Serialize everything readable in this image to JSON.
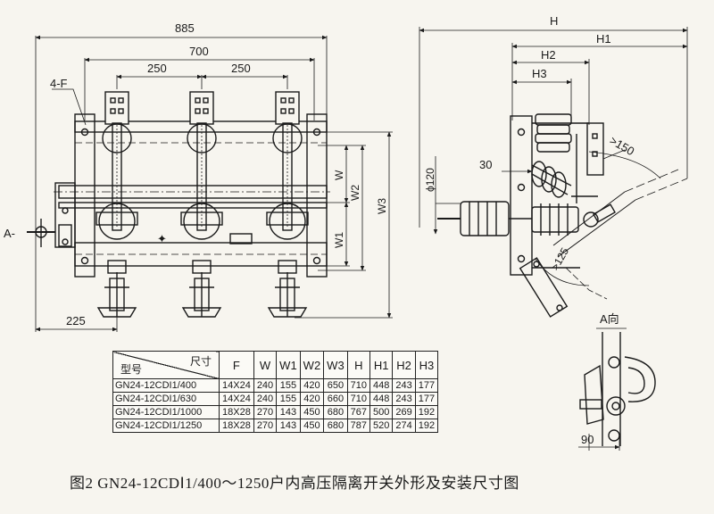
{
  "front_view": {
    "dims_top": [
      "885",
      "700",
      "250",
      "250"
    ],
    "label_holes": "4-F",
    "label_side": "A-",
    "dims_right": [
      "W",
      "W2",
      "W3",
      "W1"
    ],
    "dim_bottom": "225"
  },
  "side_view": {
    "dims_top": [
      "H",
      "H1",
      "H2",
      "H3"
    ],
    "label_dia": "ϕ120",
    "label_30": "30",
    "label_150": ">150",
    "label_125": ">125"
  },
  "view_a": {
    "title": "A向",
    "dim": "90"
  },
  "table": {
    "header_corner_top": "尺寸",
    "header_corner_bottom": "型号",
    "columns": [
      "F",
      "W",
      "W1",
      "W2",
      "W3",
      "H",
      "H1",
      "H2",
      "H3"
    ],
    "rows": [
      {
        "model": "GN24-12CDI1/400",
        "values": [
          "14X24",
          "240",
          "155",
          "420",
          "650",
          "710",
          "448",
          "243",
          "177"
        ]
      },
      {
        "model": "GN24-12CDI1/630",
        "values": [
          "14X24",
          "240",
          "155",
          "420",
          "660",
          "710",
          "448",
          "243",
          "177"
        ]
      },
      {
        "model": "GN24-12CDI1/1000",
        "values": [
          "18X28",
          "270",
          "143",
          "450",
          "680",
          "767",
          "500",
          "269",
          "192"
        ]
      },
      {
        "model": "GN24-12CDI1/1250",
        "values": [
          "18X28",
          "270",
          "143",
          "450",
          "680",
          "787",
          "520",
          "274",
          "192"
        ]
      }
    ]
  },
  "caption": "图2   GN24-12CDⅠ1/400～1250户内高压隔离开关外形及安装尺寸图"
}
